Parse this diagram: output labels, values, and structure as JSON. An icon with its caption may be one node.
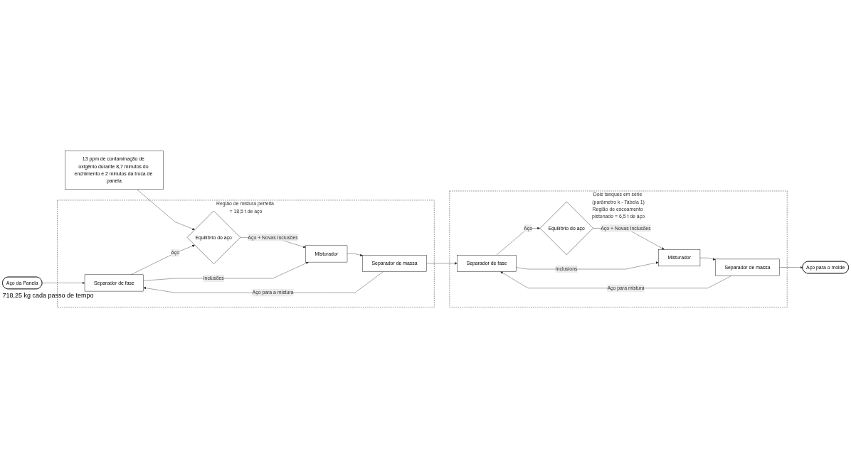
{
  "diagram": {
    "nodes": [
      {
        "text": [
          "Aço da Panela"
        ],
        "beside": [
          "718,25 kg cada passo de tempo"
        ]
      },
      {
        "text": [
          "13 ppm de contaminação de oxigênio durante 8,7 minutos do enchimento e 2 minutos da troca de panela"
        ]
      },
      {
        "text": [
          "Região de mistura perfeita = 18,5 t de aço"
        ]
      },
      {
        "text": [
          "Separador de fase"
        ],
        "in": 2
      },
      {
        "text": [
          "Equilíbrio do aço"
        ],
        "in": 2
      },
      {
        "text": [
          "Misturador"
        ],
        "in": 2
      },
      {
        "text": [
          "Separador de massa"
        ],
        "in": 2
      },
      {
        "text": [
          "Dois tanques em série (parâmetro k - Tabela 1)",
          "Região de escoamento pistonado = 6,5 t de aço"
        ]
      },
      {
        "text": [
          "Separador de fase"
        ],
        "in": 7
      },
      {
        "text": [
          "Equilíbrio do aço"
        ],
        "in": 7
      },
      {
        "text": [
          "Misturador"
        ],
        "in": 7
      },
      {
        "text": [
          "Separador de massa"
        ],
        "in": 7
      },
      {
        "text": [
          "Aço para o molde"
        ]
      }
    ],
    "edges": [
      {
        "from": 0,
        "to": 3,
        "arrow": "to"
      },
      {
        "from": 1,
        "to": 4,
        "arrow": "to"
      },
      {
        "from": 3,
        "to": 4,
        "arrow": "to",
        "label": "Aço"
      },
      {
        "from": 4,
        "to": 5,
        "arrow": "to",
        "label": "Aço + Novas Inclusões"
      },
      {
        "from": 3,
        "to": 5,
        "arrow": "to",
        "label": "Inclusões"
      },
      {
        "from": 5,
        "to": 6,
        "arrow": "to"
      },
      {
        "from": 6,
        "to": 3,
        "arrow": "to",
        "label": "Aço para a mistura"
      },
      {
        "from": 6,
        "to": 8,
        "arrow": "to"
      },
      {
        "from": 8,
        "to": 9,
        "arrow": "to",
        "label": "Aço"
      },
      {
        "from": 9,
        "to": 10,
        "arrow": "to",
        "label": "Aço + Novas Inclusões"
      },
      {
        "from": 8,
        "to": 10,
        "arrow": "to",
        "label": "Inclusions"
      },
      {
        "from": 10,
        "to": 11,
        "arrow": "to"
      },
      {
        "from": 11,
        "to": 8,
        "arrow": "to",
        "label": "Aço para mistura"
      },
      {
        "from": 11,
        "to": 12,
        "arrow": "to"
      }
    ]
  }
}
